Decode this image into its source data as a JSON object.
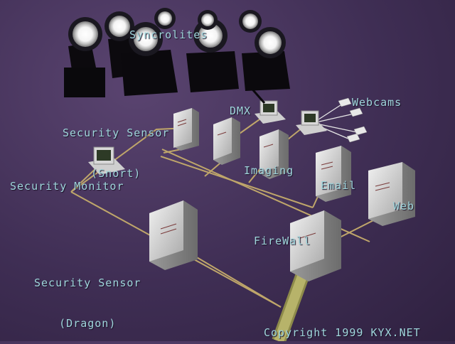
{
  "labels": {
    "syncrolites": "Syncrolites",
    "snort_line1": "Security Sensor",
    "snort_line2": "(Snort)",
    "dmx": "DMX",
    "webcams": "Webcams",
    "imaging": "Imaging",
    "security_monitor": "Security Monitor",
    "email": "Email",
    "web": "Web",
    "firewall": "FireWall",
    "dragon_line1": "Security Sensor",
    "dragon_line2": "(Dragon)",
    "copyright": "Copyright 1999 KYX.NET"
  },
  "colors": {
    "background": "#3f2e54",
    "label_text": "#9fd6dc",
    "network_cable": "#bfa66a",
    "uplink_cable": "#b7b36a",
    "server_body": "#d9d9d9"
  },
  "icons": [
    "spotlight-icon",
    "server-tower-icon",
    "workstation-icon",
    "webcam-icon",
    "cable-icon"
  ]
}
